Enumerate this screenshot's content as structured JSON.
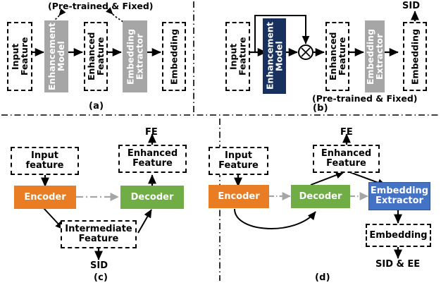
{
  "figure": {
    "panels": [
      {
        "id": "a",
        "caption": "(a)",
        "note": "(Pre-trained & Fixed)",
        "blocks": [
          {
            "name": "input-feature",
            "label": "Input\nFeature",
            "style": "dashed"
          },
          {
            "name": "enhancement-model",
            "label": "Enhancement\nModel",
            "style": "gray"
          },
          {
            "name": "enhanced-feature",
            "label": "Enhanced\nFeature",
            "style": "dashed"
          },
          {
            "name": "embedding-extractor",
            "label": "Embedding\nExtractor",
            "style": "gray"
          },
          {
            "name": "embedding",
            "label": "Embedding",
            "style": "dashed"
          }
        ]
      },
      {
        "id": "b",
        "caption": "(b)",
        "note": "(Pre-trained & Fixed)",
        "output": "SID",
        "operator": "×",
        "blocks": [
          {
            "name": "input-feature",
            "label": "Input\nFeature",
            "style": "dashed"
          },
          {
            "name": "enhancement-model",
            "label": "Enhancement\nModel",
            "style": "navy"
          },
          {
            "name": "enhanced-feature",
            "label": "Enhanced\nFeature",
            "style": "dashed"
          },
          {
            "name": "embedding-extractor",
            "label": "Embedding\nExtractor",
            "style": "gray"
          },
          {
            "name": "embedding",
            "label": "Embedding",
            "style": "dashed"
          }
        ]
      },
      {
        "id": "c",
        "caption": "(c)",
        "outputs": {
          "top": "FE",
          "bottom": "SID"
        },
        "blocks": [
          {
            "name": "input-feature",
            "label": "Input\nfeature",
            "style": "dashed"
          },
          {
            "name": "encoder",
            "label": "Encoder",
            "style": "orange"
          },
          {
            "name": "decoder",
            "label": "Decoder",
            "style": "green"
          },
          {
            "name": "enhanced-feature",
            "label": "Enhanced\nFeature",
            "style": "dashed"
          },
          {
            "name": "intermediate-feature",
            "label": "Intermediate\nFeature",
            "style": "dashed"
          }
        ]
      },
      {
        "id": "d",
        "caption": "(d)",
        "outputs": {
          "top": "FE",
          "bottom": "SID & EE"
        },
        "blocks": [
          {
            "name": "input-feature",
            "label": "Input\nFeature",
            "style": "dashed"
          },
          {
            "name": "encoder",
            "label": "Encoder",
            "style": "orange"
          },
          {
            "name": "decoder",
            "label": "Decoder",
            "style": "green"
          },
          {
            "name": "enhanced-feature",
            "label": "Enhanced\nFeature",
            "style": "dashed"
          },
          {
            "name": "embedding-extractor",
            "label": "Embedding\nExtractor",
            "style": "blue"
          },
          {
            "name": "embedding",
            "label": "Embedding",
            "style": "dashed"
          }
        ]
      }
    ],
    "colors": {
      "orange": "#e87d23",
      "green": "#70ad47",
      "blue": "#4472c4",
      "navy": "#17305e",
      "gray": "#a6a6a6",
      "ink": "#000000",
      "dashdot": "#a6a6a6"
    }
  }
}
